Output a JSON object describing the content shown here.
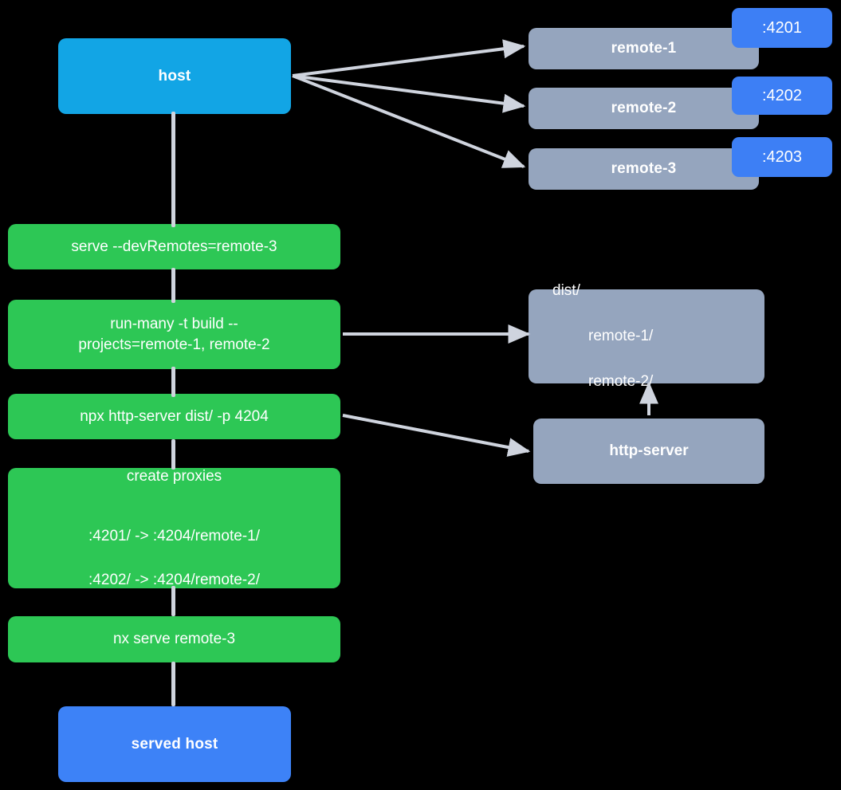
{
  "diagram": {
    "title": "Nx module federation host and remotes serve flow",
    "colors": {
      "background": "#000000",
      "host": "#12A5E5",
      "served_host": "#3D82F7",
      "remote": "#95A5BE",
      "command": "#2DC755",
      "badge": "#3D7FF5",
      "edge": "#CFD4DE",
      "text": "#FFFFFF"
    }
  },
  "nodes": {
    "host": {
      "label": "host"
    },
    "served_host": {
      "label": "served host"
    },
    "remotes": [
      {
        "label": "remote-1",
        "port": ":4201"
      },
      {
        "label": "remote-2",
        "port": ":4202"
      },
      {
        "label": "remote-3",
        "port": ":4203"
      }
    ],
    "dist": {
      "root": "dist/",
      "children": [
        "remote-1/",
        "remote-2/"
      ]
    },
    "http_server": {
      "label": "http-server"
    }
  },
  "commands": [
    {
      "label": "serve --devRemotes=remote-3"
    },
    {
      "label": "run-many -t build --\nprojects=remote-1, remote-2"
    },
    {
      "label": "npx http-server dist/ -p 4204"
    },
    {
      "title": "create proxies",
      "lines": [
        ":4201/ -> :4204/remote-1/",
        ":4202/ -> :4204/remote-2/"
      ]
    },
    {
      "label": "nx serve remote-3"
    }
  ],
  "edges": [
    {
      "from": "host",
      "to": "remote-1"
    },
    {
      "from": "host",
      "to": "remote-2"
    },
    {
      "from": "host",
      "to": "remote-3"
    },
    {
      "from": "run-many-build",
      "to": "dist"
    },
    {
      "from": "npx-http-server",
      "to": "http-server"
    },
    {
      "from": "http-server",
      "to": "dist"
    },
    {
      "from": "host",
      "to": "served-host",
      "style": "vertical-spine"
    }
  ]
}
